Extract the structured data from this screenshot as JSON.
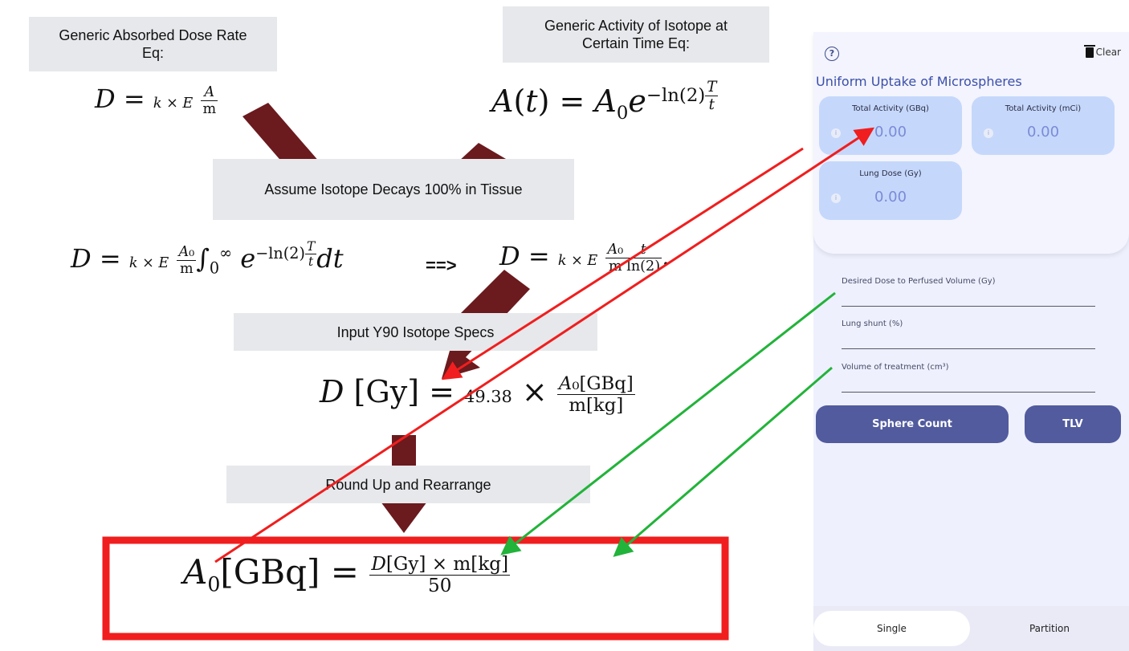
{
  "labels": {
    "absorbed": "Generic Absorbed Dose Rate Eq:",
    "activity": "Generic Activity of Isotope at Certain Time Eq:",
    "assume": "Assume Isotope Decays 100% in Tissue",
    "input": "Input Y90 Isotope Specs",
    "round": "Round Up and Rearrange"
  },
  "equations": {
    "coef": "49.38",
    "denom": "50",
    "arrow": "==>"
  },
  "app": {
    "clear_label": "Clear",
    "title": "Uniform Uptake of Microspheres",
    "tiles": [
      {
        "label": "Total Activity (GBq)",
        "value": "0.00"
      },
      {
        "label": "Total Activity (mCi)",
        "value": "0.00"
      },
      {
        "label": "Lung Dose (Gy)",
        "value": "0.00"
      }
    ],
    "fields": [
      {
        "label": "Desired Dose to Perfused Volume (Gy)"
      },
      {
        "label": "Lung shunt (%)"
      },
      {
        "label": "Volume of treatment (cm³)"
      }
    ],
    "buttons": {
      "sphere": "Sphere Count",
      "tlv": "TLV"
    },
    "tabs": {
      "single": "Single",
      "partition": "Partition"
    }
  },
  "colors": {
    "arrow_dark": "#6b1a1e",
    "red": "#f01e1e",
    "green": "#22b33a",
    "button": "#515b9d",
    "tile": "#c5d8fb"
  }
}
